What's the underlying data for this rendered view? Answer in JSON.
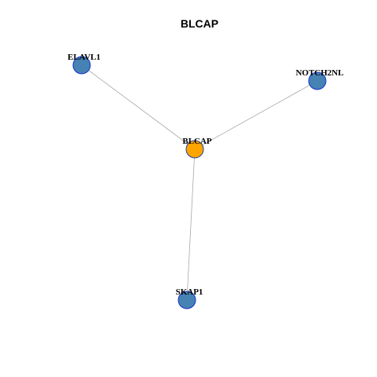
{
  "title": "BLCAP",
  "graph": {
    "nodes": [
      {
        "id": "BLCAP",
        "label": "BLCAP",
        "fill": "#FFA500",
        "stroke": "#1F3F9F",
        "role": "center"
      },
      {
        "id": "ELAVL1",
        "label": "ELAVL1",
        "fill": "#4682B4",
        "stroke": "#1433CC",
        "role": "neighbor"
      },
      {
        "id": "NOTCH2NL",
        "label": "NOTCH2NL",
        "fill": "#4682B4",
        "stroke": "#1433CC",
        "role": "neighbor"
      },
      {
        "id": "SKAP1",
        "label": "SKAP1",
        "fill": "#4682B4",
        "stroke": "#1433CC",
        "role": "neighbor"
      }
    ],
    "edges": [
      {
        "source": "BLCAP",
        "target": "ELAVL1"
      },
      {
        "source": "BLCAP",
        "target": "NOTCH2NL"
      },
      {
        "source": "BLCAP",
        "target": "SKAP1"
      }
    ],
    "edge_color": "#A8A8A8"
  }
}
